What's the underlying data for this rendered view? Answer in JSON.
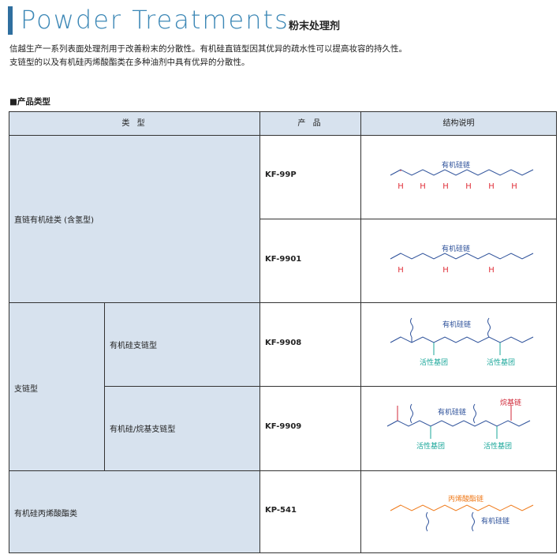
{
  "title": "Powder Treatments",
  "title_cn": "粉末处理剂",
  "intro": [
    "信越生产一系列表面处理剂用于改善粉末的分散性。有机硅直链型因其优异的疏水性可以提高妆容的持久性。",
    "支链型的以及有机硅丙烯酸酯类在多种油剂中具有优异的分散性。"
  ],
  "section_label": "■产品类型",
  "table": {
    "headers": [
      "类  型",
      "产  品",
      "结构说明"
    ],
    "groups": {
      "linear": "直链有机硅类 (含氢型)",
      "branched": "支链型",
      "branched_silicone": "有机硅支链型",
      "branched_alkyl": "有机硅/烷基支链型",
      "acrylate": "有机硅丙烯酸酯类"
    },
    "products": [
      "KF-99P",
      "KF-9901",
      "KF-9908",
      "KF-9909",
      "KP-541"
    ]
  },
  "diagram_labels": {
    "silicone_chain": "有机硅链",
    "h": "H",
    "active_group": "活性基团",
    "alkyl_chain": "烷基链",
    "acrylate_chain": "丙烯酸酯链"
  },
  "colors": {
    "title": "#3d88b6",
    "chain_blue": "#2b4f99",
    "h_red": "#e0303a",
    "active_teal": "#1aa79a",
    "alkyl_red": "#d02a3a",
    "acrylate_orange": "#ef7a1a",
    "cell_fill": "#d7e2ee"
  }
}
